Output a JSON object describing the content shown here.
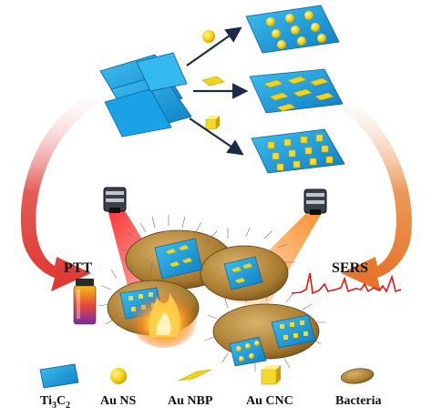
{
  "labels": {
    "ptt": "PTT",
    "sers": "SERS"
  },
  "legend": [
    {
      "key": "ti3c2",
      "base": "Ti",
      "sub1": "3",
      "mid": "C",
      "sub2": "2"
    },
    {
      "key": "au_ns",
      "text": "Au NS"
    },
    {
      "key": "au_nbp",
      "text": "Au NBP"
    },
    {
      "key": "au_cnc",
      "text": "Au CNC"
    },
    {
      "key": "bacteria",
      "text": "Bacteria"
    }
  ],
  "colors": {
    "sheet": "#1ba3e0",
    "sheet_dark": "#0d6fb0",
    "gold": "#f5d20a",
    "gold_dark": "#c9a500",
    "bacteria": "#a57a2d",
    "ptt_arrow": "#d9302c",
    "sers_arrow": "#e07a2a",
    "laser_red": "#e01818",
    "laser_orange": "#f07a18",
    "spectrum": "#e01818"
  },
  "icons": [
    "ti3c2-sheet-icon",
    "au-ns-sphere-icon",
    "au-nbp-bipyramid-icon",
    "au-cnc-cube-icon",
    "bacterium-icon",
    "vial-icon",
    "laser-head-icon",
    "fire-icon"
  ]
}
